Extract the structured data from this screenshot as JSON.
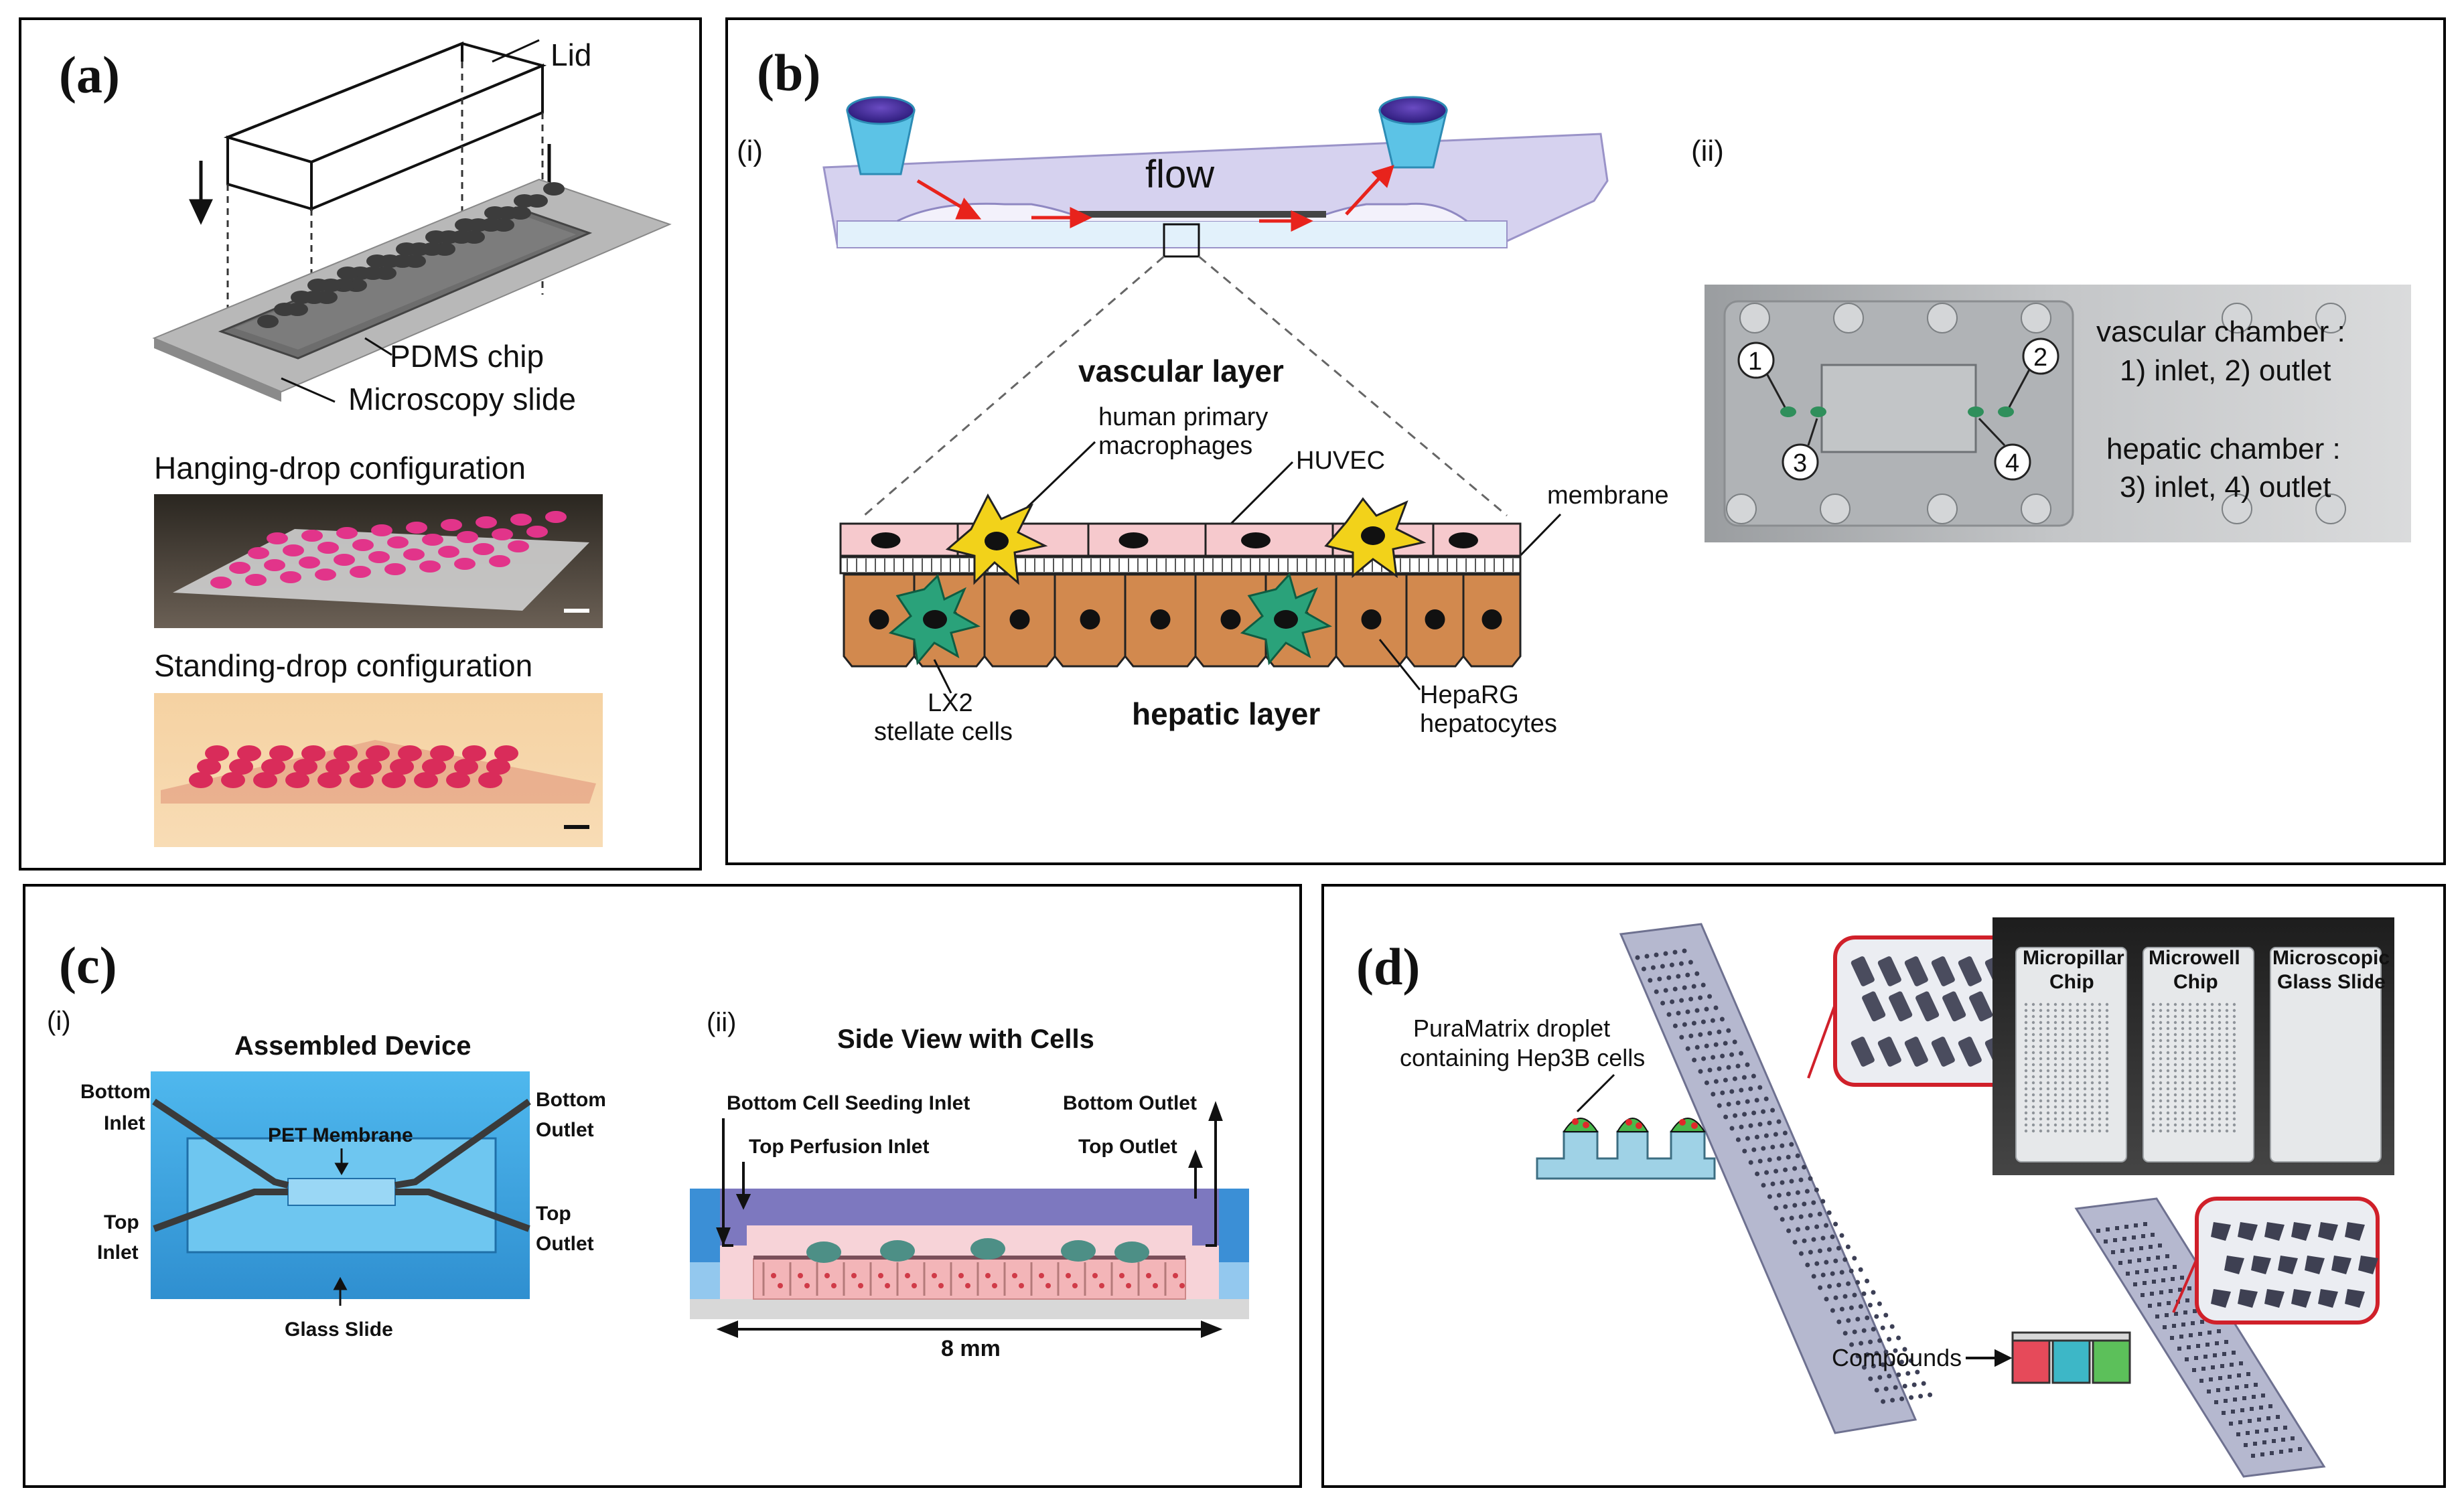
{
  "panel_a": {
    "tag": "(a)",
    "lid": "Lid",
    "pdms_chip": "PDMS chip",
    "microscopy_slide": "Microscopy slide",
    "hanging_drop": "Hanging-drop configuration",
    "standing_drop": "Standing-drop configuration"
  },
  "panel_b": {
    "tag": "(b)",
    "sub_i": "(i)",
    "sub_ii": "(ii)",
    "flow": "flow",
    "vascular_layer": "vascular layer",
    "macrophages_1": "human primary",
    "macrophages_2": "macrophages",
    "huvec": "HUVEC",
    "membrane": "membrane",
    "lx2_1": "LX2",
    "lx2_2": "stellate cells",
    "hepatic_layer": "hepatic layer",
    "heparg_1": "HepaRG",
    "heparg_2": "hepatocytes",
    "port_1": "1",
    "port_2": "2",
    "port_3": "3",
    "port_4": "4",
    "vascular_chamber": "vascular chamber :",
    "vascular_ports": "1) inlet, 2) outlet",
    "hepatic_chamber": "hepatic chamber :",
    "hepatic_ports": "3) inlet, 4) outlet"
  },
  "panel_c": {
    "tag": "(c)",
    "sub_i": "(i)",
    "sub_ii": "(ii)",
    "assembled_title": "Assembled Device",
    "bottom_inlet_1": "Bottom",
    "bottom_inlet_2": "Inlet",
    "bottom_outlet_1": "Bottom",
    "bottom_outlet_2": "Outlet",
    "pet_membrane": "PET Membrane",
    "top_inlet_1": "Top",
    "top_inlet_2": "Inlet",
    "top_outlet_1": "Top",
    "top_outlet_2": "Outlet",
    "glass_slide": "Glass Slide",
    "side_view_title": "Side View with Cells",
    "bottom_cell_seeding_inlet": "Bottom Cell Seeding Inlet",
    "bottom_outlet": "Bottom Outlet",
    "top_perfusion_inlet": "Top Perfusion Inlet",
    "top_outlet": "Top Outlet",
    "scale": "8 mm"
  },
  "panel_d": {
    "tag": "(d)",
    "puramatrix_1": "PuraMatrix droplet",
    "puramatrix_2": "containing Hep3B cells",
    "micropillar_1": "Micropillar",
    "micropillar_2": "Chip",
    "microwell_1": "Microwell",
    "microwell_2": "Chip",
    "glass_1": "Microscopic",
    "glass_2": "Glass Slide",
    "compounds": "Compounds"
  },
  "colors": {
    "flow_red": "#e8231c",
    "channel_lavender": "#d6d2ef",
    "endothelial_pink": "#f6c9cd",
    "hepatocyte_orange": "#d2894e",
    "macrophage_yellow": "#f2d21a",
    "stellate_green": "#2aa27a",
    "device_blue": "#3fa8e6",
    "chip_grey": "#a9aec2",
    "droplet_green": "#49b84b"
  }
}
